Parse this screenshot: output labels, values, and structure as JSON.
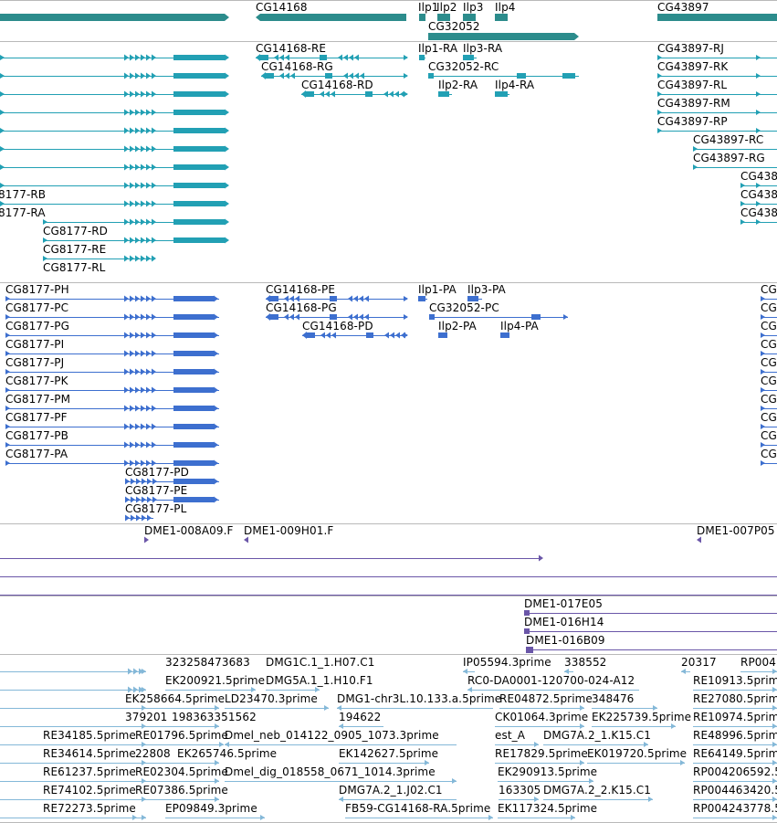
{
  "colors": {
    "gene": "#2c8c8c",
    "transcript": "#22a0b4",
    "protein": "#3d6fcf",
    "clone": "#6a56a8",
    "est": "#84b8d8",
    "separator": "#b9b9b9"
  },
  "labels": {
    "gene": [
      "CG14168",
      "Ilp1",
      "Ilp2",
      "Ilp3",
      "Ilp4",
      "CG43897",
      "CG32052"
    ],
    "transcript": [
      "CG14168-RE",
      "Ilp1-RA",
      "Ilp3-RA",
      "CG43897-RJ",
      "CG14168-RG",
      "CG32052-RC",
      "CG43897-RK",
      "CG14168-RD",
      "Ilp2-RA",
      "Ilp4-RA",
      "CG43897-RL",
      "CG43897-RM",
      "CG43897-RP",
      "CG43897-RC",
      "CG43897-RG",
      "CG438",
      "8177-RB",
      "CG438",
      "8177-RA",
      "CG438",
      "CG8177-RD",
      "CG8177-RE",
      "CG8177-RL"
    ],
    "protein": [
      "CG8177-PH",
      "CG14168-PE",
      "Ilp1-PA",
      "Ilp3-PA",
      "CG8177-PC",
      "CG14168-PG",
      "CG32052-PC",
      "CG8177-PG",
      "CG14168-PD",
      "Ilp2-PA",
      "Ilp4-PA",
      "CG8177-PI",
      "CG8177-PJ",
      "CG8177-PK",
      "CG8177-PM",
      "CG8177-PF",
      "CG8177-PB",
      "CG8177-PA",
      "CG8177-PD",
      "CG8177-PE",
      "CG8177-PL"
    ],
    "clone": [
      "DME1-008A09.F",
      "DME1-009H01.F",
      "DME1-007P05",
      "DME1-017E05",
      "DME1-016H14",
      "DME1-016B09"
    ],
    "est": [
      "323258473683",
      "DMG1C.1_1.H07.C1",
      "IP05594.3prime",
      "338552",
      "20317",
      "RP004",
      "EK200921.5prime",
      "DMG5A.1_1.H10.F1",
      "RC0-DA0001-120700-024-A12",
      "RE10913.5prime",
      "EK258664.5prime",
      "LD23470.3prime",
      "DMG1-chr3L.10.133.a.5prime",
      "RE04872.5prime",
      "348476",
      "RE27080.5prime",
      "379201",
      "198363351562",
      "194622",
      "CK01064.3prime",
      "EK225739.5prime",
      "RE10974.5prime",
      "RE34185.5prime",
      "RE01796.5prime",
      "Dmel_neb_014122_0905_1073.3prime",
      "est_A",
      "DMG7A.2_1.K15.C1",
      "RE48996.5prime",
      "RE34614.5prime",
      "22808",
      "EK265746.5prime",
      "EK142627.5prime",
      "RE17829.5prime",
      "EK019720.5prime",
      "RE64149.5prime",
      "RE61237.5prime",
      "RE02304.5prime",
      "Dmel_dig_018558_0671_1014.3prime",
      "EK290913.5prime",
      "RP004206592.5",
      "RE74102.5prime",
      "RE07386.5prime",
      "163305",
      "DMG7A.2_2.K15.C1",
      "RP004463420.5",
      "RE72273.5prime",
      "EP09849.3prime",
      "DMG7A.2_1.J02.C1",
      "FB59-CG14168-RA.5prime",
      "EK117324.5prime",
      "RP004243778.5"
    ]
  },
  "edge_labels": {
    "protein": [
      "CG",
      "CG",
      "CG",
      "CG",
      "CG",
      "CG",
      "CG",
      "CG",
      "CG",
      "CG"
    ]
  }
}
